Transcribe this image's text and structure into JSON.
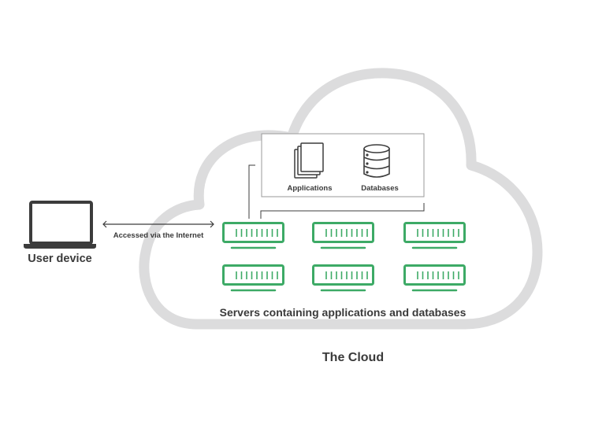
{
  "colors": {
    "cloud_outline": "#dcdcdd",
    "server_green": "#3daa66",
    "dark_gray": "#3c3c3c",
    "box_border": "#9a9a9a"
  },
  "user_device": {
    "icon": "laptop-icon",
    "label": "User device"
  },
  "connection": {
    "label": "Accessed via the Internet",
    "icon": "double-arrow-icon"
  },
  "services_box": {
    "items": [
      {
        "icon": "documents-icon",
        "label": "Applications"
      },
      {
        "icon": "database-icon",
        "label": "Databases"
      }
    ]
  },
  "servers": {
    "count": 6,
    "bars_per_server": 9,
    "icon": "server-icon",
    "label": "Servers containing applications and databases"
  },
  "cloud": {
    "icon": "cloud-icon",
    "label": "The Cloud"
  }
}
